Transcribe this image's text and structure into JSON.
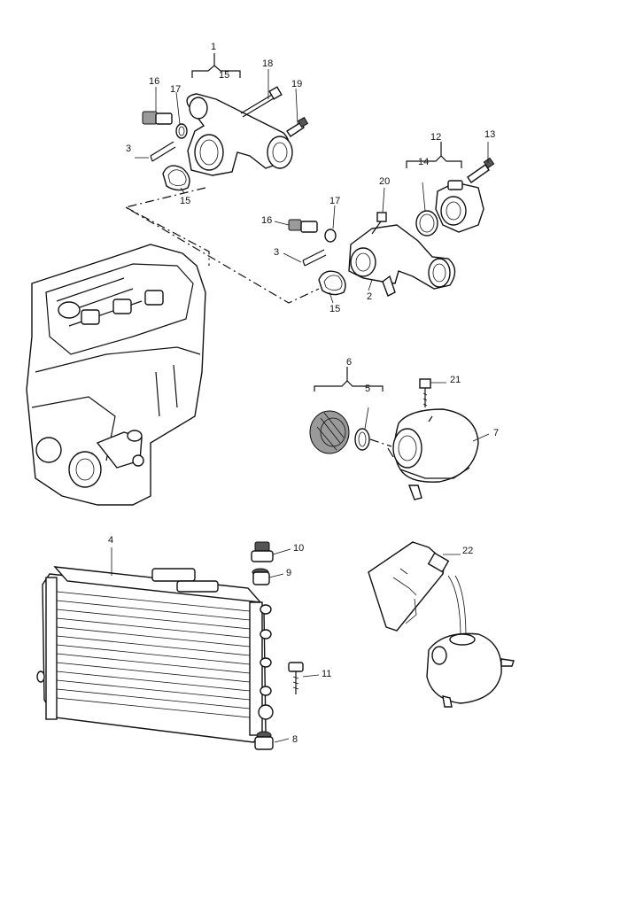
{
  "callouts": {
    "c1": "1",
    "c15a": "15",
    "c16a": "16",
    "c17a": "17",
    "c18": "18",
    "c19": "19",
    "c3a": "3",
    "c15b": "15",
    "c12": "12",
    "c13": "13",
    "c14": "14",
    "c20": "20",
    "c17b": "17",
    "c16b": "16",
    "c3b": "3",
    "c2": "2",
    "c15c": "15",
    "c6": "6",
    "c5": "5",
    "c21": "21",
    "c7": "7",
    "c4": "4",
    "c10": "10",
    "c9": "9",
    "c11": "11",
    "c8": "8",
    "c22": "22"
  },
  "icons": {
    "engine": "engine-block-icon",
    "radiator": "radiator-icon",
    "can": "coolant-canister-icon"
  }
}
